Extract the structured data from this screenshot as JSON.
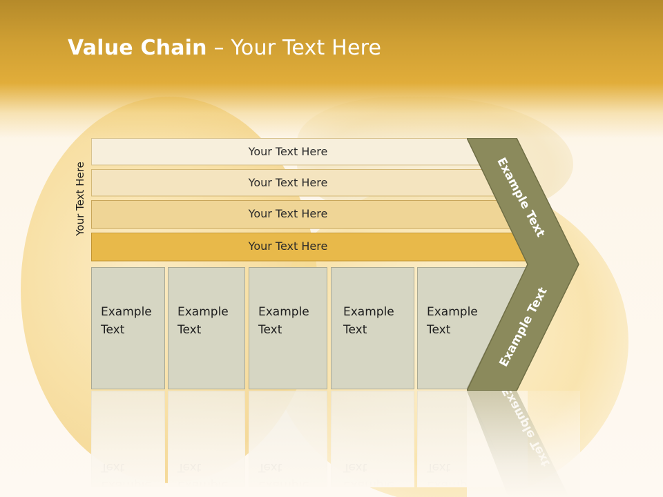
{
  "slide": {
    "title_bold": "Value Chain",
    "title_rest": " – Your Text Here",
    "vertical_label": "Your Text Here"
  },
  "bars": [
    {
      "label": "Your Text Here",
      "fill": "#f7efdc",
      "stroke": "#d8c38f"
    },
    {
      "label": "Your Text Here",
      "fill": "#f4e4bf",
      "stroke": "#d3b876"
    },
    {
      "label": "Your Text Here",
      "fill": "#efd596",
      "stroke": "#c8a65a"
    },
    {
      "label": "Your Text Here",
      "fill": "#e8b94a",
      "stroke": "#c29532"
    }
  ],
  "columns": [
    {
      "line1": "Example",
      "line2": "Text"
    },
    {
      "line1": "Example",
      "line2": "Text"
    },
    {
      "line1": "Example",
      "line2": "Text"
    },
    {
      "line1": "Example",
      "line2": "Text"
    },
    {
      "line1": "Example",
      "line2": "Text"
    }
  ],
  "chevron": {
    "top_label": "Example Text",
    "bottom_label": "Example Text",
    "fill": "#8b8a5c",
    "stroke": "#6f6e45"
  },
  "colors": {
    "header": "#e1ad3a",
    "column_fill": "#d6d6c3",
    "title_text": "#ffffff"
  }
}
